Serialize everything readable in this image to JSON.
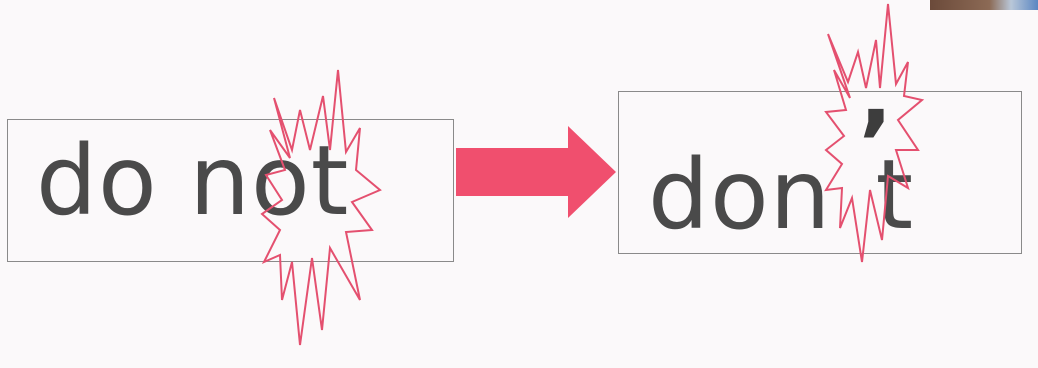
{
  "diagram": {
    "left_box": {
      "text": "do not"
    },
    "right_box": {
      "text_before": "don",
      "apostrophe": "’",
      "text_after": "t"
    }
  },
  "colors": {
    "accent": "#f04f6e",
    "burst_stroke": "#e4506f",
    "box_border": "#8a8a8a",
    "text": "#4a4a4a",
    "background": "#fbf9fa"
  },
  "icons": {
    "arrow": "right-arrow-icon",
    "burst": "explosion-burst-icon"
  }
}
